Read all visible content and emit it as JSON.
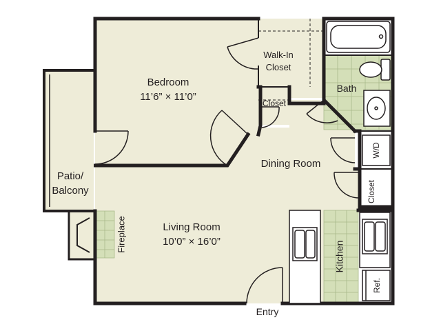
{
  "rooms": {
    "bedroom": {
      "name": "Bedroom",
      "size": "11’6” × 11’0”"
    },
    "walk_in_closet": {
      "line1": "Walk-In",
      "line2": "Closet"
    },
    "closet_small": "Closet",
    "bath": "Bath",
    "washer_dryer": "W/D",
    "dining_room": "Dining Room",
    "closet_right": "Closet",
    "patio": {
      "line1": "Patio/",
      "line2": "Balcony"
    },
    "fireplace": "Fireplace",
    "living_room": {
      "name": "Living Room",
      "size": "10’0” × 16’0”"
    },
    "kitchen": "Kitchen",
    "refrigerator": "Ref.",
    "entry": "Entry"
  },
  "colors": {
    "floor": "#eeecd8",
    "wall": "#231f20",
    "tile": "#d4dfb8",
    "tile_line": "#a9b98a",
    "fixture": "#ffffff"
  }
}
